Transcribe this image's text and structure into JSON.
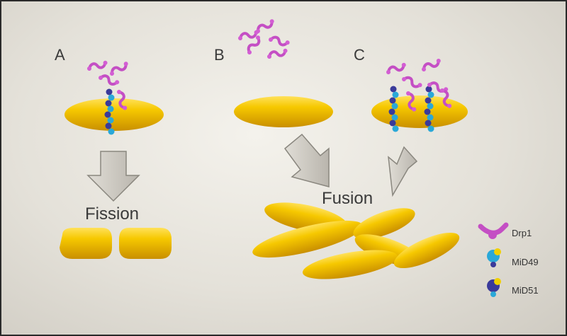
{
  "panels": [
    {
      "id": "A",
      "label": "A"
    },
    {
      "id": "B",
      "label": "B"
    },
    {
      "id": "C",
      "label": "C"
    }
  ],
  "processes": {
    "fission": "Fission",
    "fusion": "Fusion"
  },
  "legend": [
    {
      "label": "Drp1",
      "icon": "drp1-protein-icon"
    },
    {
      "label": "MiD49",
      "icon": "mid49-protein-icon"
    },
    {
      "label": "MiD51",
      "icon": "mid51-protein-icon"
    }
  ],
  "colors": {
    "mitochondrion": "#f2c200",
    "drp1": "#c44fc4",
    "mid49": "#2aa8d8",
    "mid51": "#3a3a9a",
    "arrow": "#cfccc4"
  }
}
